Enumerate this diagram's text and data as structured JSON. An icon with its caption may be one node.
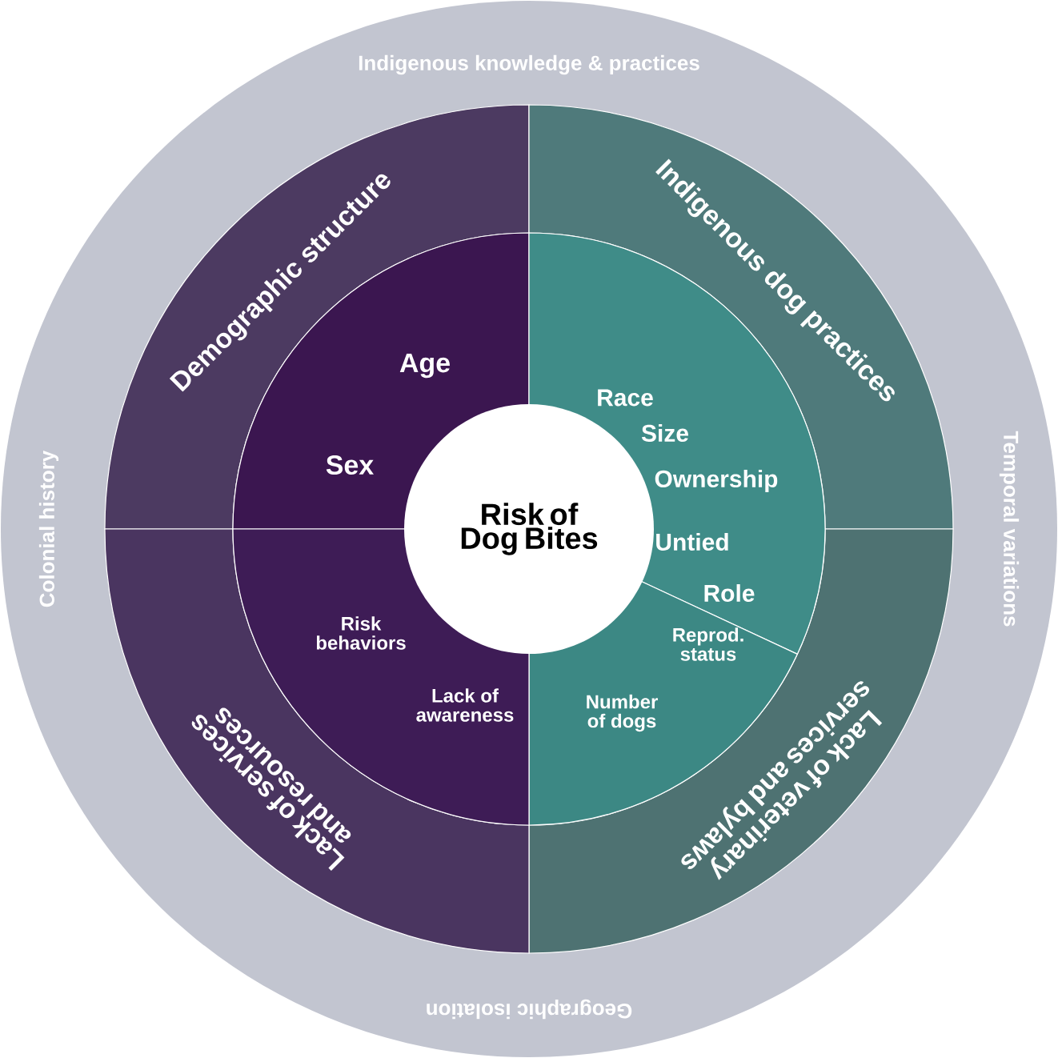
{
  "diagram": {
    "nodes": [
      {
        "text": [
          "Indigenous knowledge & practices",
          "Temporal variations",
          "Geographic isolation",
          "Colonial history"
        ]
      },
      {
        "text": [
          "Demographic structure"
        ],
        "in": 0
      },
      {
        "text": [
          "Indigenous dog practices"
        ],
        "in": 0
      },
      {
        "text": [
          "Lack of veterinary services and bylaws"
        ],
        "in": 0
      },
      {
        "text": [
          "Lack of services and resources"
        ],
        "in": 0
      },
      {
        "text": [
          "Age",
          "Sex"
        ],
        "in": 0
      },
      {
        "text": [
          "Race",
          "Size",
          "Ownership",
          "Untied",
          "Role"
        ],
        "in": 0
      },
      {
        "text": [
          "Reprod. status",
          "Number of dogs"
        ],
        "in": 0
      },
      {
        "text": [
          "Risk behaviors",
          "Lack of awareness"
        ],
        "in": 0
      },
      {
        "text": [
          "Risk of Dog Bites"
        ],
        "in": 0
      }
    ]
  }
}
